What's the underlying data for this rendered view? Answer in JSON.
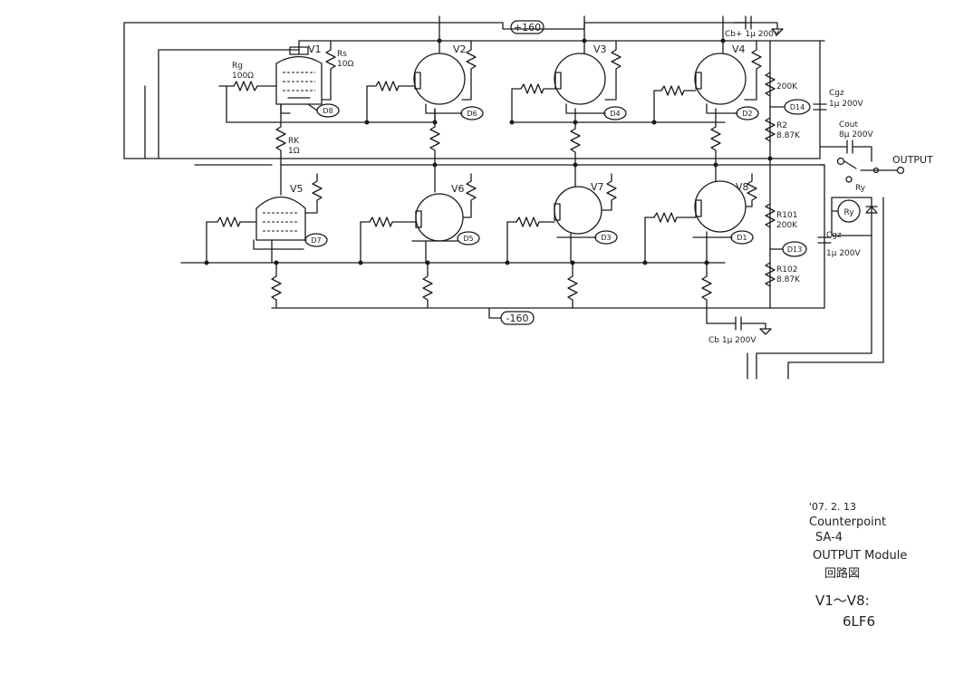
{
  "rails": {
    "positive": "+160",
    "negative": "-160"
  },
  "output": {
    "label": "OUTPUT",
    "relay": "Ry",
    "cout": "Cout",
    "cout_value": "8μ 200V"
  },
  "caps": {
    "cb_top": "Cb+ 1μ 200V",
    "cb_bottom": "Cb 1μ 200V",
    "cgz_top_name": "Cgz",
    "cgz_top_value": "1μ 200V",
    "cgz_bottom_name": "Cgz",
    "cgz_bottom_value": "1μ 200V"
  },
  "tubes": [
    "V1",
    "V2",
    "V3",
    "V4",
    "V5",
    "V6",
    "V7",
    "V8"
  ],
  "resistors": {
    "rg_name": "Rg",
    "rg_value": "100Ω",
    "rs_name": "Rs",
    "rs_value": "10Ω",
    "rk_name": "RK",
    "rk_value": "1Ω",
    "r1": "200K",
    "r2_name": "R2",
    "r2_value": "8.87K",
    "r101_name": "R101",
    "r101_value": "200K",
    "r102_name": "R102",
    "r102_value": "8.87K"
  },
  "diodes": [
    "D8",
    "D6",
    "D4",
    "D2",
    "D14",
    "D7",
    "D5",
    "D3",
    "D1",
    "D13"
  ],
  "notes": {
    "date": "'07. 2. 13",
    "model": "Counterpoint",
    "product": "SA-4",
    "module": "OUTPUT Module",
    "title_jp": "回路図",
    "tubes_range": "V1～V8:",
    "tube_type": "6LF6"
  }
}
